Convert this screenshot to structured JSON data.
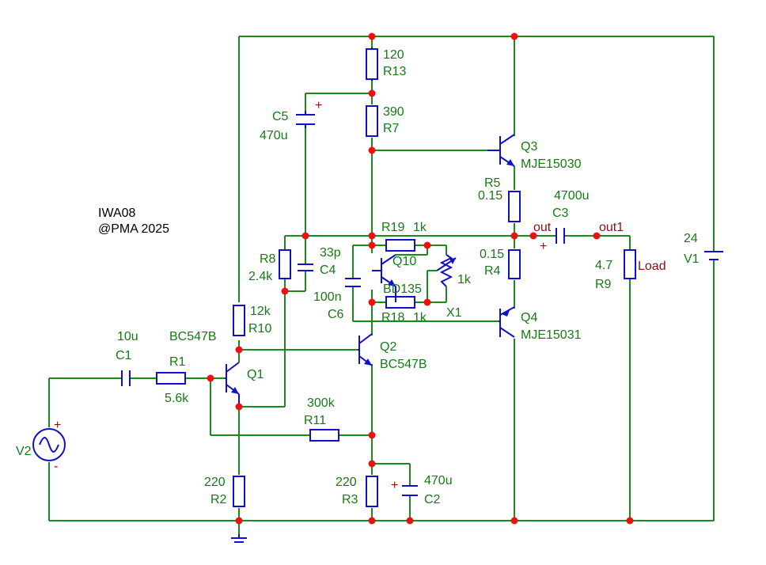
{
  "title": {
    "line1": "IWA08",
    "line2": "@PMA 2025"
  },
  "components": {
    "R13": {
      "name": "R13",
      "value": "120"
    },
    "R7": {
      "name": "R7",
      "value": "390"
    },
    "C5": {
      "name": "C5",
      "value": "470u",
      "polarity": "+"
    },
    "Q3": {
      "name": "Q3",
      "model": "MJE15030"
    },
    "R5": {
      "name": "R5",
      "value": "0.15"
    },
    "C3": {
      "name": "C3",
      "value": "4700u",
      "polarity": "+"
    },
    "R19": {
      "name": "R19",
      "value": "1k"
    },
    "Q10": {
      "name": "Q10",
      "model": "BD135"
    },
    "X1": {
      "name": "X1",
      "value": "1k"
    },
    "R18": {
      "name": "R18",
      "value": "1k"
    },
    "R8": {
      "name": "R8",
      "value": "2.4k"
    },
    "C4": {
      "name": "C4",
      "value": "33p"
    },
    "C6": {
      "name": "C6",
      "value": "100n"
    },
    "R4": {
      "name": "R4",
      "value": "0.15"
    },
    "Q4": {
      "name": "Q4",
      "model": "MJE15031"
    },
    "R10": {
      "name": "R10",
      "value": "12k"
    },
    "Q1": {
      "name": "Q1",
      "model": "BC547B"
    },
    "Q2": {
      "name": "Q2",
      "model": "BC547B"
    },
    "C1": {
      "name": "C1",
      "value": "10u"
    },
    "R1": {
      "name": "R1",
      "value": "5.6k"
    },
    "R11": {
      "name": "R11",
      "value": "300k"
    },
    "R2": {
      "name": "R2",
      "value": "220"
    },
    "R3": {
      "name": "R3",
      "value": "220"
    },
    "C2": {
      "name": "C2",
      "value": "470u",
      "polarity": "+"
    },
    "R9": {
      "name": "R9",
      "value": "4.7",
      "label": "Load"
    },
    "V1": {
      "name": "V1",
      "value": "24"
    },
    "V2": {
      "name": "V2",
      "plus": "+",
      "minus": "-"
    }
  },
  "nets": {
    "out": "out",
    "out1": "out1"
  },
  "colors": {
    "wire": "#1a8a1a",
    "component": "#1010cc",
    "junction": "#ee1111",
    "label": "#167a16",
    "net_label": "#8a1010"
  }
}
